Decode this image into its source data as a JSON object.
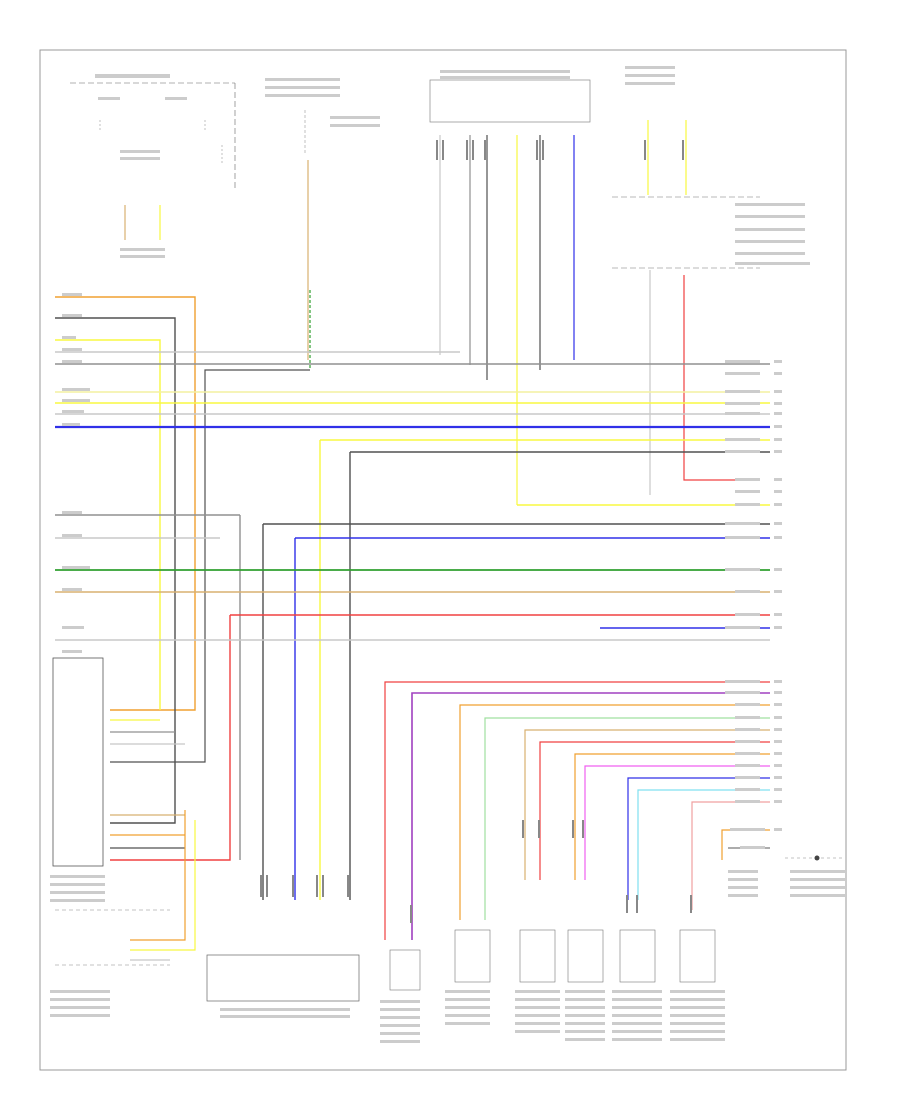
{
  "diagram_code": "",
  "wire_colors": {
    "orange": "#f0a030",
    "yellow": "#f8f840",
    "light_yellow": "#f4f0a0",
    "blue": "#3030e8",
    "light_blue": "#9090f0",
    "light_gray": "#c8c8c8",
    "gray": "#909090",
    "dark_gray": "#505050",
    "green": "#30a030",
    "light_green": "#a0e0a0",
    "red": "#f04040",
    "pink": "#f0a0a0",
    "magenta": "#f060f0",
    "purple": "#a040c0",
    "tan": "#d8b070",
    "cyan": "#80e0f0",
    "black": "#202020"
  },
  "components": [
    {
      "id": "instrument-cluster"
    },
    {
      "id": "fuse-box"
    },
    {
      "id": "front-passenger-seat-belt-tensioner"
    },
    {
      "id": "occupant-classification-module"
    },
    {
      "id": "airbag-control-module"
    },
    {
      "id": "driver-seat-belt-tensioner"
    },
    {
      "id": "driver-side-airbag-sensor"
    },
    {
      "id": "passenger-front-airbag"
    },
    {
      "id": "driver-front-airbag"
    },
    {
      "id": "side-airbag-module-1"
    },
    {
      "id": "side-airbag-module-2"
    },
    {
      "id": "side-airbag-module-3"
    },
    {
      "id": "side-airbag-module-4"
    },
    {
      "id": "passenger-airbag-indicator"
    },
    {
      "id": "passenger-occupant-sensor"
    }
  ]
}
